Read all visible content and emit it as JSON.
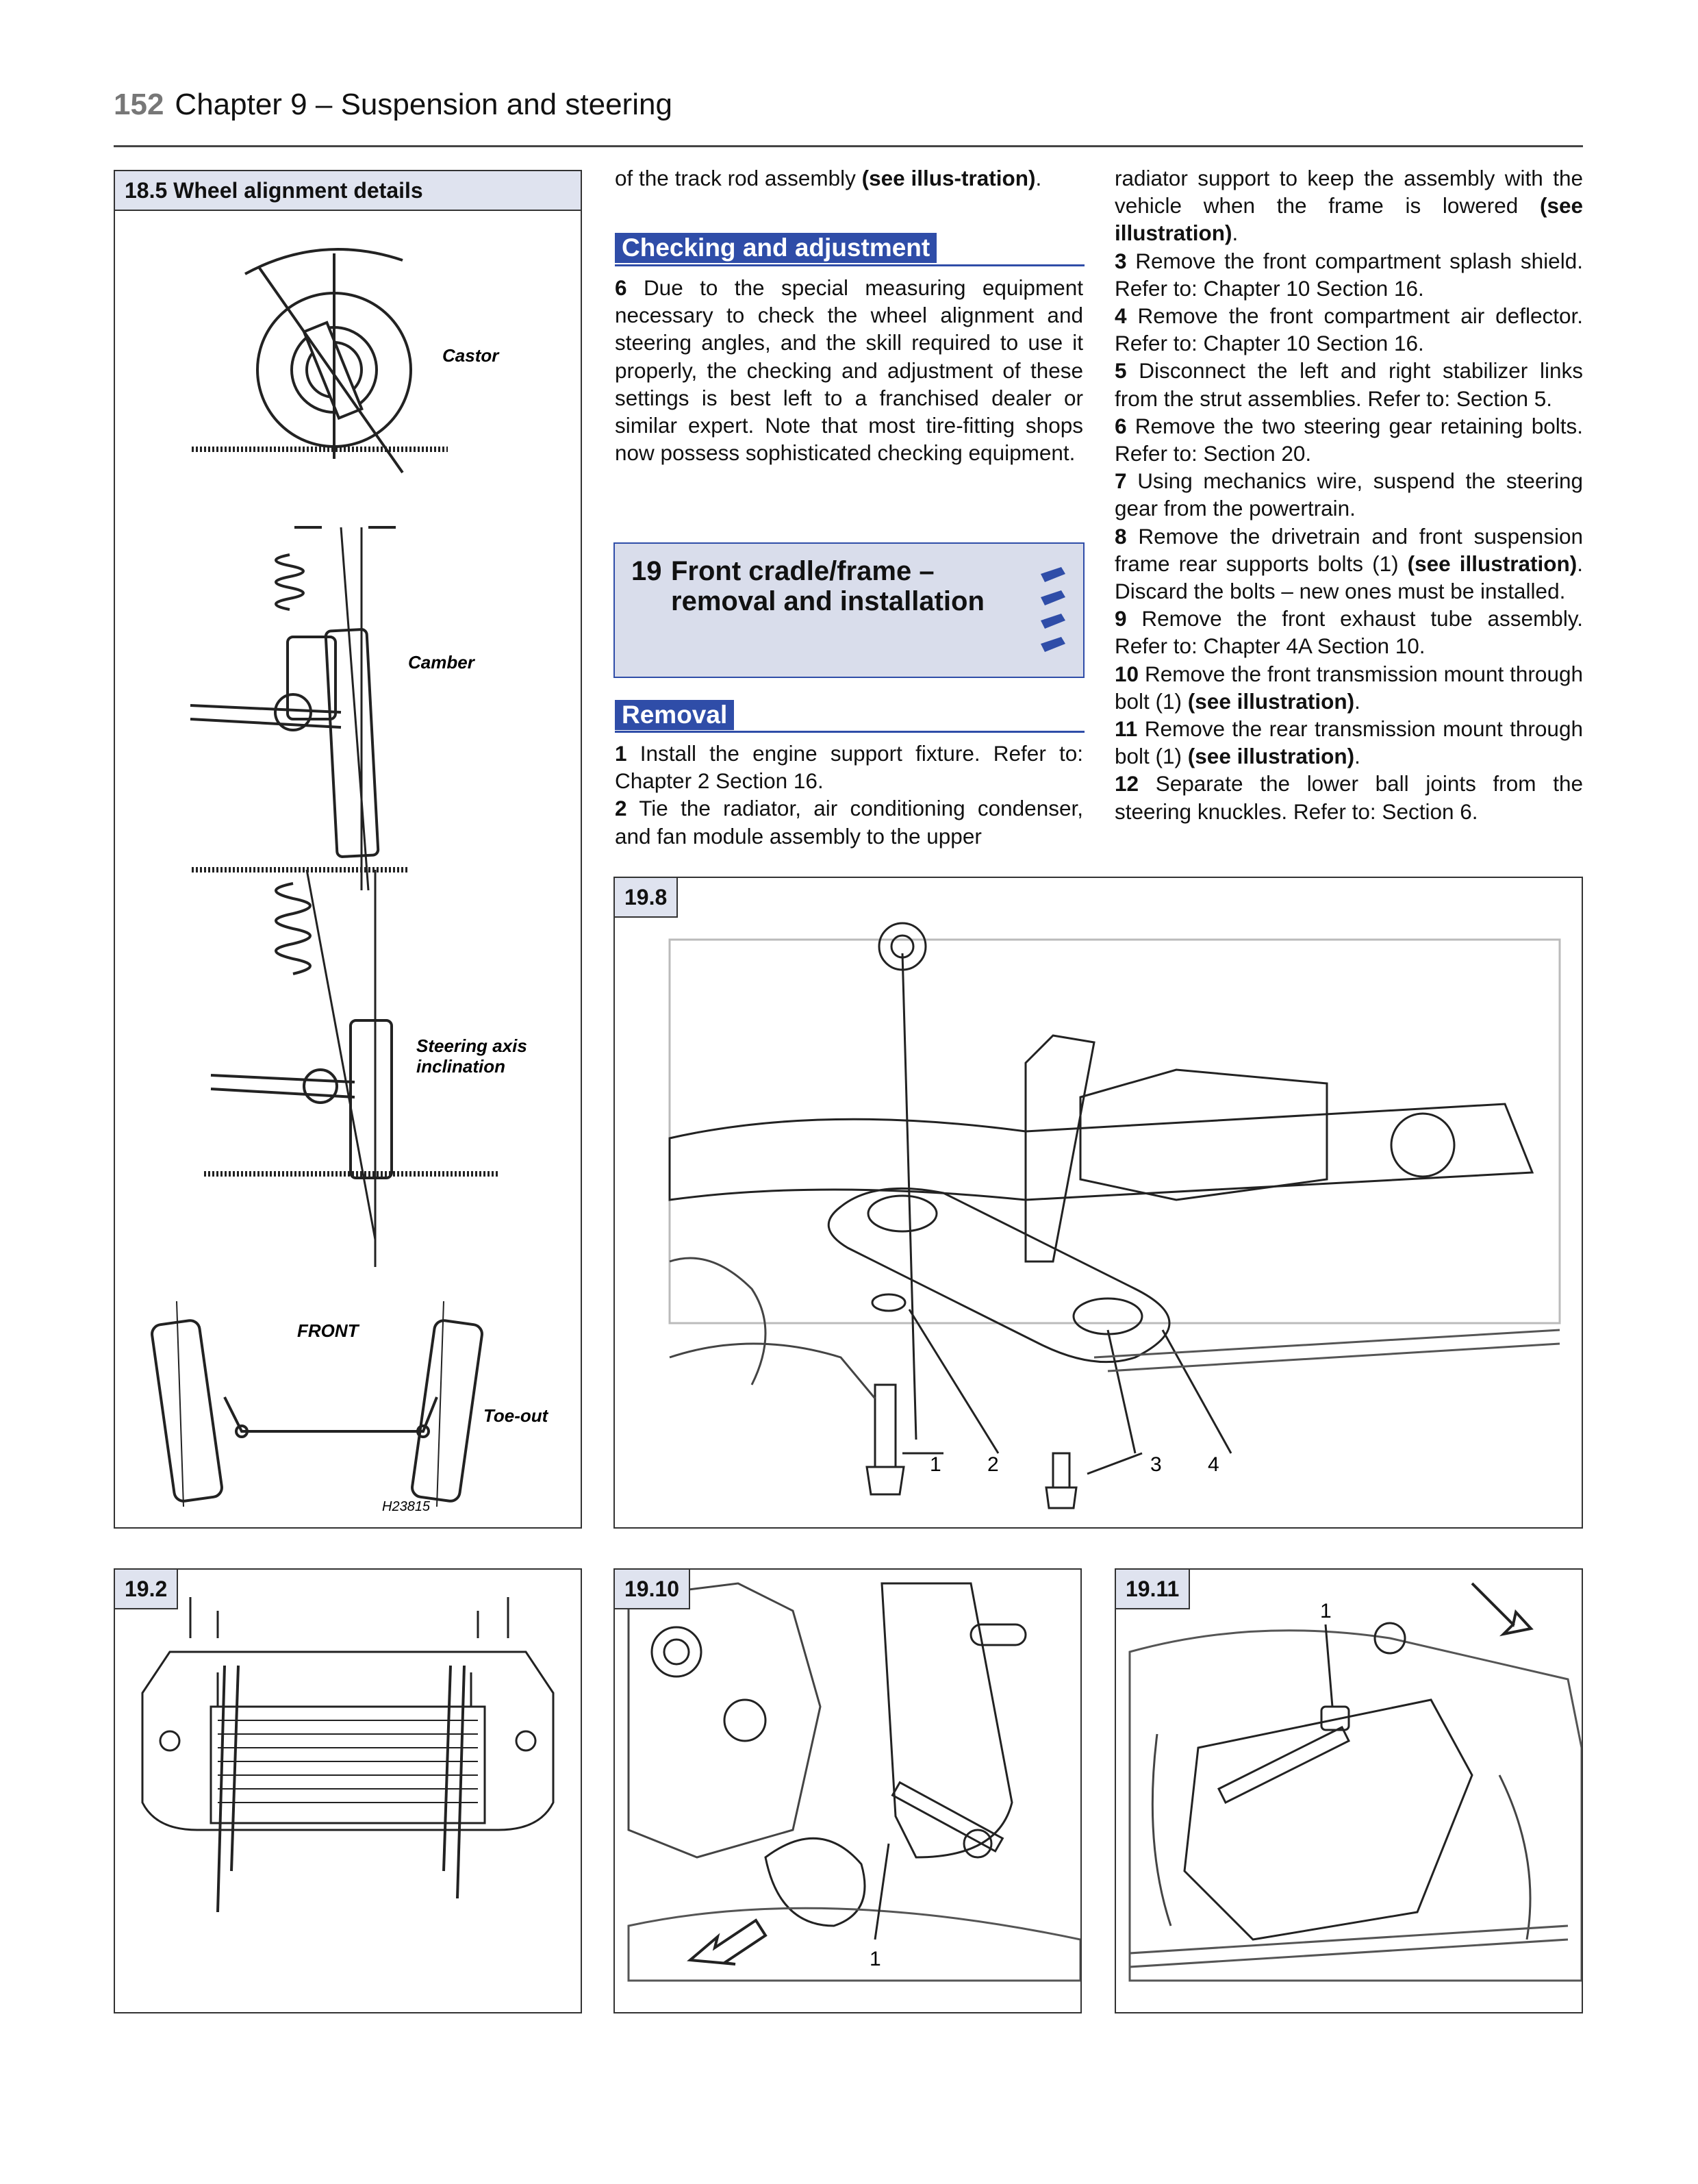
{
  "header": {
    "page_number": "152",
    "chapter_title": "Chapter 9 – Suspension and steering"
  },
  "figure_18_5": {
    "label": "18.5 Wheel alignment details",
    "castor": "Castor",
    "camber": "Camber",
    "steering_axis_line1": "Steering axis",
    "steering_axis_line2": "inclination",
    "front": "FRONT",
    "toe_out": "Toe-out",
    "ref": "H23815"
  },
  "col2": {
    "p_cont_text": "of the track rod assembly ",
    "p_cont_bold": "(see illus-tration)",
    "p_cont_end": ".",
    "checking_heading": "Checking and adjustment",
    "p6_num": "6",
    "p6_text": "Due to the special measuring equipment necessary to check the wheel alignment and steering angles, and the skill required to use it properly, the checking and adjustment of these settings is best left to a franchised dealer or similar expert. Note that most tire-fitting shops now possess sophisticated checking equipment.",
    "section19_num": "19",
    "section19_title": "Front cradle/frame – removal and installation",
    "removal_heading": "Removal",
    "p1_num": "1",
    "p1_text": "Install the engine support fixture. Refer to: Chapter 2 Section 16.",
    "p2_num": "2",
    "p2_text": "Tie the radiator, air conditioning condenser, and fan module assembly to the upper"
  },
  "col3": {
    "p2_cont": "radiator support to keep the assembly with the vehicle when the frame is lowered ",
    "p2_cont_bold": "(see illustration)",
    "p3_num": "3",
    "p3_text": "Remove the front compartment splash shield. Refer to: Chapter 10 Section 16.",
    "p4_num": "4",
    "p4_text": "Remove the front compartment air deflector. Refer to: Chapter 10 Section 16.",
    "p5_num": "5",
    "p5_text": "Disconnect the left and right stabilizer links from the strut assemblies. Refer to: Section 5.",
    "p6_num": "6",
    "p6_text": "Remove the two steering gear retaining bolts. Refer to: Section 20.",
    "p7_num": "7",
    "p7_text": "Using mechanics wire, suspend the steering gear from the powertrain.",
    "p8_num": "8",
    "p8_text": "Remove the drivetrain and front suspension frame rear supports bolts (1) ",
    "p8_bold": "(see illustration)",
    "p8_end": ". Discard the bolts – new ones must be installed.",
    "p9_num": "9",
    "p9_text": "Remove the front exhaust tube assembly. Refer to: Chapter 4A Section 10.",
    "p10_num": "10",
    "p10_text": "Remove the front transmission mount through bolt (1) ",
    "p10_bold": "(see illustration)",
    "p11_num": "11",
    "p11_text": "Remove the rear transmission mount through bolt (1) ",
    "p11_bold": "(see illustration)",
    "p12_num": "12",
    "p12_text": "Separate the lower ball joints from the steering knuckles. Refer to: Section 6."
  },
  "figure_19_8": {
    "label": "19.8",
    "callouts": [
      "1",
      "2",
      "3",
      "4"
    ]
  },
  "figure_19_2": {
    "label": "19.2"
  },
  "figure_19_10": {
    "label": "19.10",
    "callout": "1"
  },
  "figure_19_11": {
    "label": "19.11",
    "callout": "1"
  }
}
